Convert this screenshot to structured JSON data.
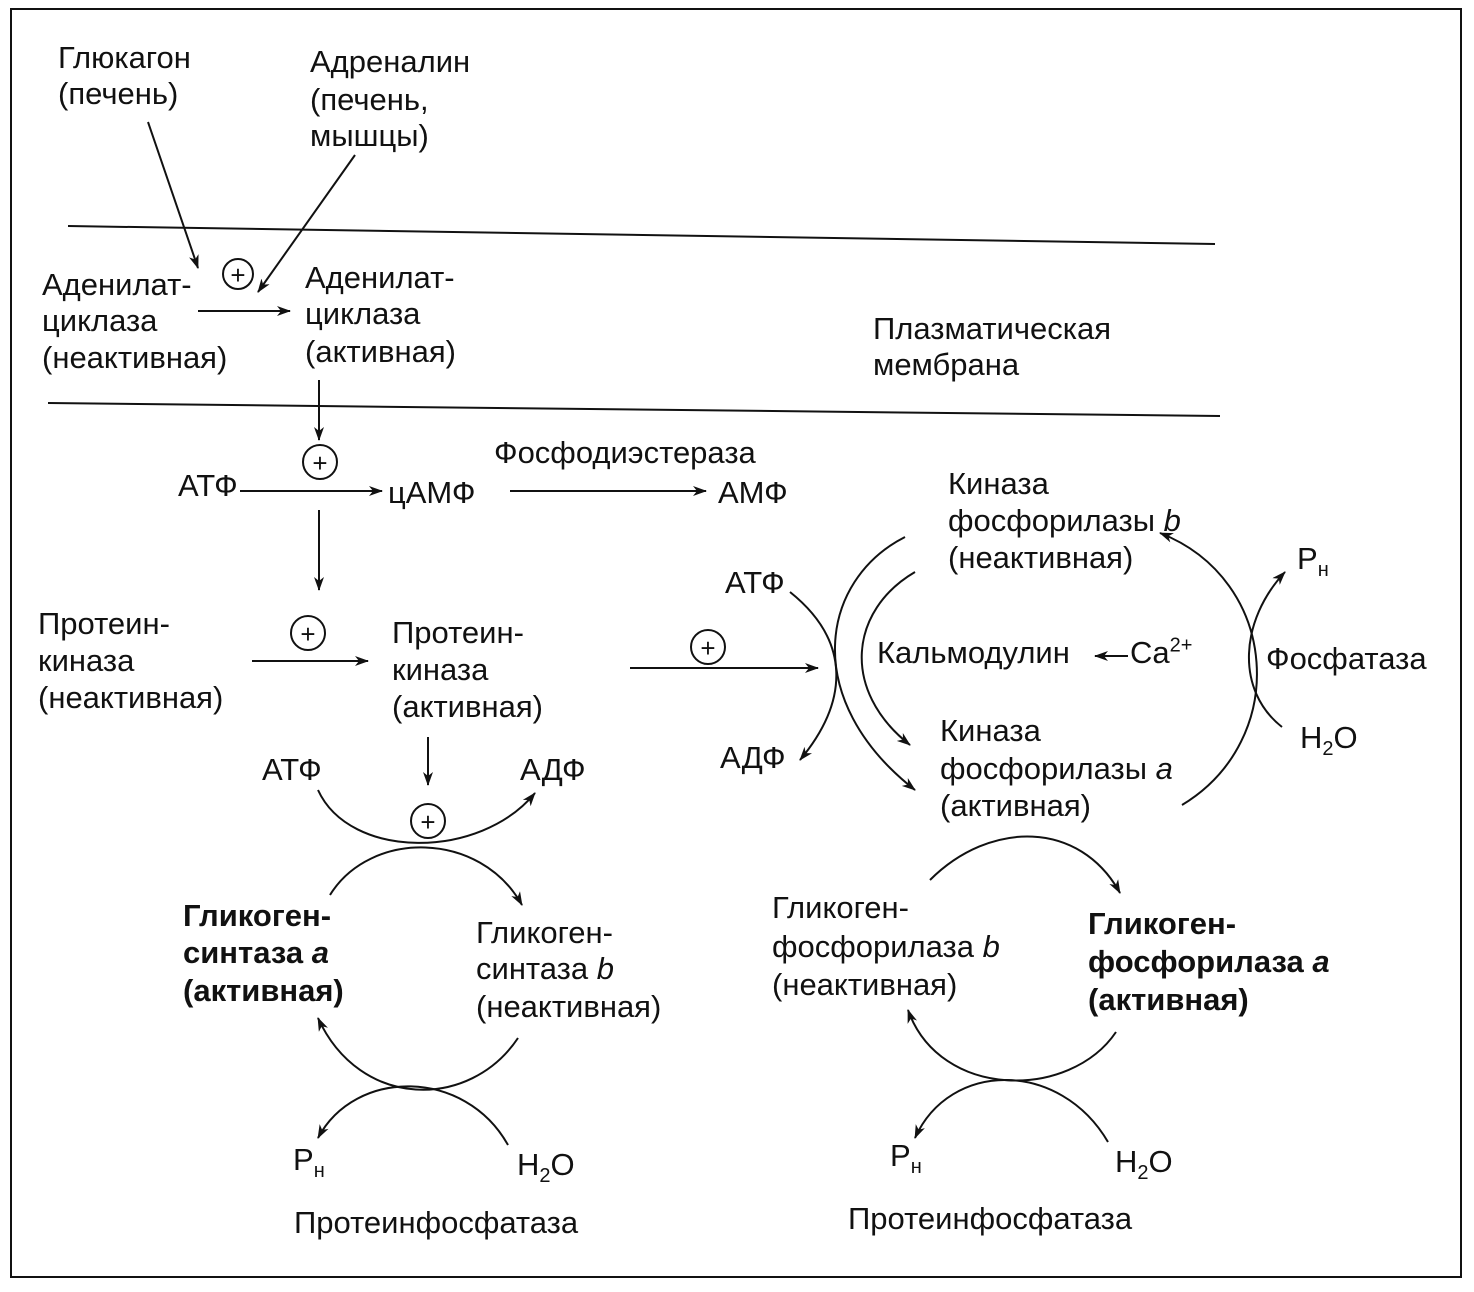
{
  "hormones": {
    "glucagon": "Глюкагон",
    "glucagon_site": "(печень)",
    "adrenaline": "Адреналин",
    "adrenaline_site_1": "(печень,",
    "adrenaline_site_2": "мышцы)"
  },
  "membrane": {
    "label_1": "Плазматическая",
    "label_2": "мембрана"
  },
  "adenylate_cyclase": {
    "inactive_1": "Аденилат-",
    "inactive_2": "циклаза",
    "inactive_3": "(неактивная)",
    "active_1": "Аденилат-",
    "active_2": "циклаза",
    "active_3": "(активная)"
  },
  "camp": {
    "atp": "АТФ",
    "camp": "цАМФ",
    "phosphodiesterase": "Фосфодиэстераза",
    "amp": "АМФ"
  },
  "protein_kinase": {
    "inactive_1": "Протеин-",
    "inactive_2": "киназа",
    "inactive_3": "(неактивная)",
    "active_1": "Протеин-",
    "active_2": "киназа",
    "active_3": "(активная)"
  },
  "synthase_cycle": {
    "atp": "АТФ",
    "adp": "АДФ",
    "a_1": "Гликоген-",
    "a_2": "синтаза",
    "a_letter": "a",
    "a_3": "(активная)",
    "b_1": "Гликоген-",
    "b_2": "синтаза",
    "b_letter": "b",
    "b_3": "(неактивная)",
    "pi": "P",
    "pi_sub": "н",
    "water": "H",
    "water_sub": "2",
    "water_o": "O",
    "enzyme": "Протеинфосфатаза"
  },
  "kinase_cycle": {
    "atp": "АТФ",
    "adp": "АДФ",
    "b_1": "Киназа",
    "b_2": "фосфорилазы",
    "b_letter": "b",
    "b_3": "(неактивная)",
    "a_1": "Киназа",
    "a_2": "фосфорилазы",
    "a_letter": "a",
    "a_3": "(активная)",
    "calmodulin": "Кальмодулин",
    "ca": "Ca",
    "ca_sup": "2+",
    "pi": "P",
    "pi_sub": "н",
    "phosphatase": "Фосфатаза",
    "water": "H",
    "water_sub": "2",
    "water_o": "O"
  },
  "phosphorylase_cycle": {
    "b_1": "Гликоген-",
    "b_2": "фосфорилаза",
    "b_letter": "b",
    "b_3": "(неактивная)",
    "a_1": "Гликоген-",
    "a_2": "фосфорилаза",
    "a_letter": "a",
    "a_3": "(активная)",
    "pi": "P",
    "pi_sub": "н",
    "water": "H",
    "water_sub": "2",
    "water_o": "O",
    "enzyme": "Протеинфосфатаза"
  },
  "activation_sign": "+"
}
